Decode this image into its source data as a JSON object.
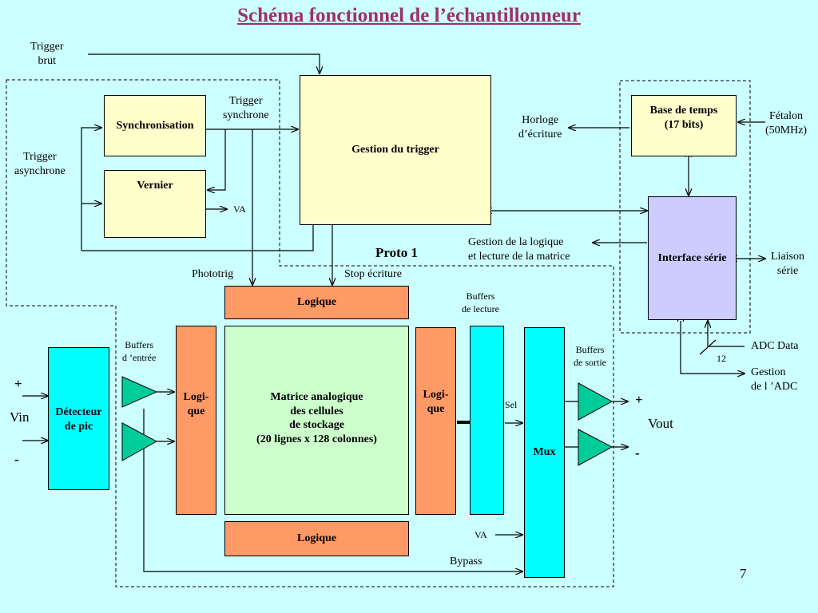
{
  "title": "Schéma fonctionnel de l’échantillonneur",
  "page_number": "7",
  "blocks": {
    "synchronisation": "Synchronisation",
    "vernier": "Vernier",
    "gestion_trigger": "Gestion du trigger",
    "base_temps": "Base de temps\n(17 bits)",
    "interface_serie": "Interface série",
    "logique_top": "Logique",
    "logique_bottom": "Logique",
    "logique_left": "Logi-\nque",
    "logique_right": "Logi-\nque",
    "matrice": "Matrice analogique\ndes cellules\nde stockage\n(20 lignes x 128 colonnes)",
    "detecteur": "Détecteur\nde pic",
    "mux": "Mux"
  },
  "labels": {
    "trigger_brut": "Trigger\nbrut",
    "trigger_synchrone": "Trigger\nsynchrone",
    "trigger_asynchrone": "Trigger\nasynchrone",
    "va_vernier": "VA",
    "horloge": "Horloge\nd’écriture",
    "fetalon": "Fétalon\n(50MHz)",
    "gestion_logique": "Gestion de la logique\net lecture de la matrice",
    "liaison_serie": "Liaison\nsérie",
    "proto": "Proto 1",
    "phototrig": "Phototrig",
    "stop_ecriture": "Stop écriture",
    "buffers_lecture": "Buffers\nde lecture",
    "buffers_entree": "Buffers\nd ’entrée",
    "buffers_sortie": "Buffers\nde sortie",
    "sel": "Sel",
    "adc_data": "ADC Data",
    "bus_width": "12",
    "gestion_adc": "Gestion\nde l ’ADC",
    "vin": "Vin",
    "vin_plus": "+",
    "vin_minus": "-",
    "vout": "Vout",
    "vout_plus": "+",
    "vout_minus": "-",
    "va_mux": "VA",
    "bypass": "Bypass"
  },
  "colors": {
    "title": "#993366",
    "background": "#ccffff",
    "yellow_block": "#ffffcc",
    "orange_block": "#ff9966",
    "green_block": "#ccffcc",
    "cyan_block": "#00ffff",
    "lavender_block": "#ccccff",
    "buffer_triangle": "#00cc99"
  }
}
